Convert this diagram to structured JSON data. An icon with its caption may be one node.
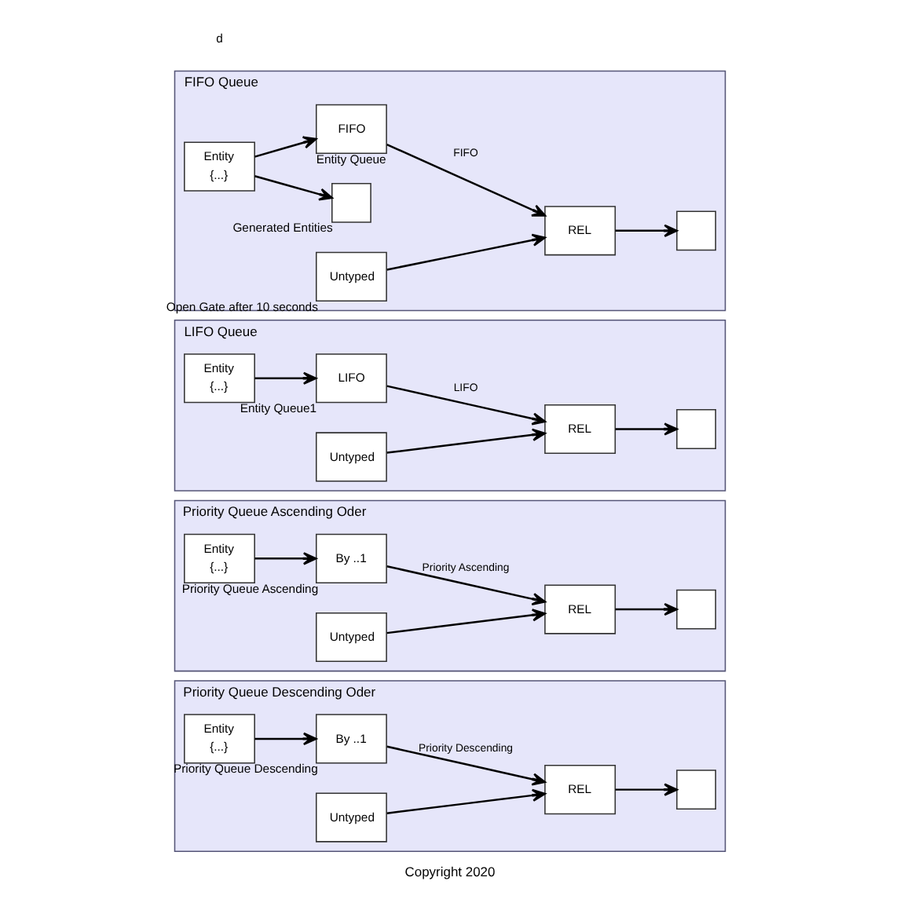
{
  "diagram": {
    "caption": "Copyright 2020",
    "nodes": [
      {
        "text": [
          "FIFO Queue"
        ]
      },
      {
        "text": [
          "Entity",
          "{...}"
        ],
        "in": 0
      },
      {
        "text": [],
        "shape": "box",
        "in": 0,
        "beside": [
          "Generated Entities"
        ]
      },
      {
        "text": [
          "FIFO"
        ],
        "in": 0,
        "beside": [
          "Entity Queue"
        ]
      },
      {
        "text": [
          "Untyped"
        ],
        "in": 0,
        "beside": [
          "Open Gate after 10 seconds"
        ]
      },
      {
        "text": [
          "REL"
        ],
        "in": 0
      },
      {
        "text": [],
        "shape": "box",
        "in": 0
      },
      {
        "text": [
          "LIFO Queue"
        ]
      },
      {
        "text": [
          "Entity",
          "{...}"
        ],
        "in": 7
      },
      {
        "text": [
          "LIFO"
        ],
        "in": 7,
        "beside": [
          "Entity Queue1"
        ]
      },
      {
        "text": [
          "Untyped"
        ],
        "in": 7
      },
      {
        "text": [
          "REL"
        ],
        "in": 7
      },
      {
        "text": [],
        "shape": "box",
        "in": 7
      },
      {
        "text": [
          "Priority Queue Ascending Oder"
        ]
      },
      {
        "text": [
          "Entity",
          "{...}"
        ],
        "in": 13
      },
      {
        "text": [
          "By ..1"
        ],
        "in": 13,
        "beside": [
          "Priority Queue Ascending"
        ]
      },
      {
        "text": [
          "Untyped"
        ],
        "in": 13
      },
      {
        "text": [
          "REL"
        ],
        "in": 13
      },
      {
        "text": [],
        "shape": "box",
        "in": 13
      },
      {
        "text": [
          "Priority Queue Descending Oder"
        ]
      },
      {
        "text": [
          "Entity",
          "{...}"
        ],
        "in": 19
      },
      {
        "text": [
          "By ..1"
        ],
        "in": 19,
        "beside": [
          "Priority Queue Descending"
        ]
      },
      {
        "text": [
          "Untyped"
        ],
        "in": 19
      },
      {
        "text": [
          "REL"
        ],
        "in": 19
      },
      {
        "text": [],
        "shape": "box",
        "in": 19
      }
    ],
    "edges": [
      {
        "from": 1,
        "to": 2,
        "arrow": "to"
      },
      {
        "from": 1,
        "to": 3,
        "arrow": "to"
      },
      {
        "from": 3,
        "to": 5,
        "arrow": "to",
        "label": "FIFO"
      },
      {
        "from": 4,
        "to": 5,
        "arrow": "to"
      },
      {
        "from": 5,
        "to": 6,
        "arrow": "to"
      },
      {
        "from": 8,
        "to": 9,
        "arrow": "to"
      },
      {
        "from": 9,
        "to": 11,
        "arrow": "to",
        "label": "LIFO"
      },
      {
        "from": 10,
        "to": 11,
        "arrow": "to"
      },
      {
        "from": 11,
        "to": 12,
        "arrow": "to"
      },
      {
        "from": 14,
        "to": 15,
        "arrow": "to"
      },
      {
        "from": 15,
        "to": 17,
        "arrow": "to",
        "label": "Priority Ascending"
      },
      {
        "from": 16,
        "to": 17,
        "arrow": "to"
      },
      {
        "from": 17,
        "to": 18,
        "arrow": "to"
      },
      {
        "from": 20,
        "to": 21,
        "arrow": "to"
      },
      {
        "from": 21,
        "to": 23,
        "arrow": "to",
        "label": "Priority Descending"
      },
      {
        "from": 22,
        "to": 23,
        "arrow": "to"
      },
      {
        "from": 23,
        "to": 24,
        "arrow": "to"
      }
    ],
    "labels": [
      "d"
    ]
  }
}
